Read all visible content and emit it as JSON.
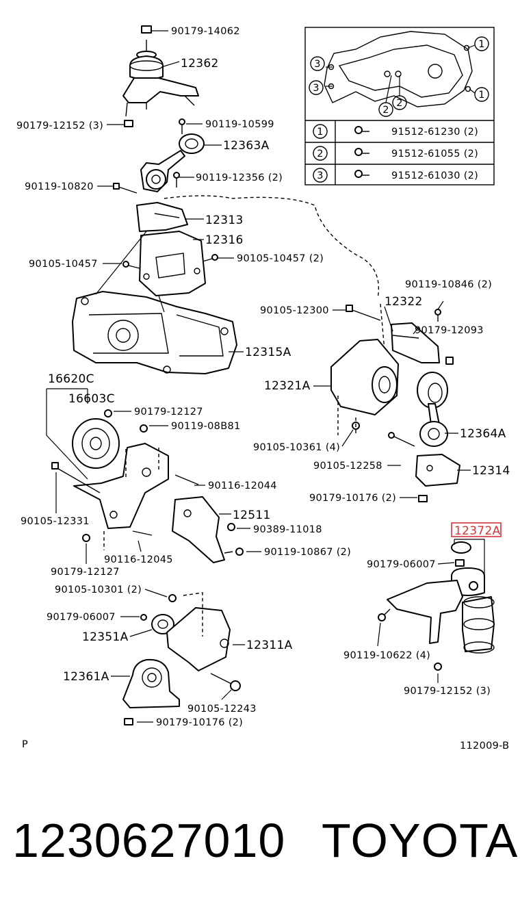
{
  "diagram": {
    "labels": {
      "p90179_14062": "90179-14062",
      "p12362": "12362",
      "p90179_12152a": "90179-12152 (3)",
      "p90119_10599": "90119-10599",
      "p12363A": "12363A",
      "p90119_10820": "90119-10820",
      "p90119_12356": "90119-12356 (2)",
      "p12313": "12313",
      "p12316": "12316",
      "p90105_10457a": "90105-10457",
      "p90105_10457b": "90105-10457 (2)",
      "p12315A": "12315A",
      "p90105_12300": "90105-12300",
      "p12322": "12322",
      "p90119_10846": "90119-10846 (2)",
      "p90179_12093": "90179-12093",
      "p12321A": "12321A",
      "p12364A": "12364A",
      "p90105_10361": "90105-10361 (4)",
      "p90105_12258": "90105-12258",
      "p12314": "12314",
      "p90179_10176a": "90179-10176 (2)",
      "p16620C": "16620C",
      "p16603C": "16603C",
      "p90179_12127a": "90179-12127",
      "p90119_08B81": "90119-08B81",
      "p90116_12044": "90116-12044",
      "p90105_12331": "90105-12331",
      "p12511": "12511",
      "p90389_11018": "90389-11018",
      "p90119_10867": "90119-10867 (2)",
      "p90116_12045": "90116-12045",
      "p90179_12127b": "90179-12127",
      "p12372A": "12372A",
      "p90179_06007a": "90179-06007",
      "p90119_10622": "90119-10622 (4)",
      "p90179_12152b": "90179-12152 (3)",
      "p90105_10301": "90105-10301 (2)",
      "p90179_06007b": "90179-06007",
      "p12351A": "12351A",
      "p12311A": "12311A",
      "p12361A": "12361A",
      "p90105_12243": "90105-12243",
      "p90179_10176b": "90179-10176 (2)",
      "page_code": "P",
      "figure_code": "112009-B"
    },
    "legend": {
      "rows": [
        {
          "num": "1",
          "part": "91512-61230 (2)"
        },
        {
          "num": "2",
          "part": "91512-61055 (2)"
        },
        {
          "num": "3",
          "part": "91512-61030 (2)"
        }
      ],
      "inset_marks": [
        "1",
        "1",
        "3",
        "3",
        "2",
        "2"
      ]
    },
    "highlight_color": "#d2343a"
  },
  "footer": {
    "part_number": "1230627010",
    "brand": "TOYOTA"
  }
}
